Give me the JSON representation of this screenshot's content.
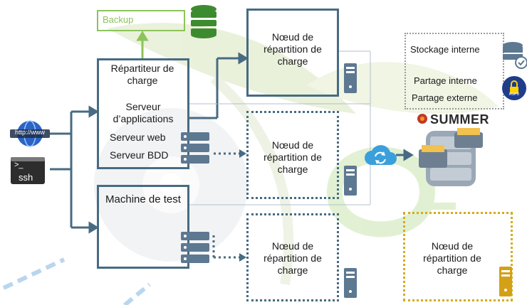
{
  "backup": {
    "label": "Backup"
  },
  "lb_main": {
    "label": "Nœud de répartition de charge"
  },
  "lb_middle": {
    "label": "Nœud de répartition de charge"
  },
  "lb_bottom": {
    "label": "Nœud de répartition de charge"
  },
  "lb_external": {
    "label": "Nœud de répartition de charge"
  },
  "app_server": {
    "dispatcher": "Répartiteur de charge",
    "app": "Serveur d’applications",
    "web": "Serveur web",
    "db": "Serveur BDD"
  },
  "test_machine": {
    "label": "Machine de test"
  },
  "storage": {
    "internal": "Stockage interne",
    "share_internal": "Partage interne",
    "share_external": "Partage externe",
    "rgpd_badge": "RGPD"
  },
  "logo": {
    "brand": "SUMMER"
  },
  "access": {
    "http": "http://www",
    "ssh_prompt": ">_",
    "ssh": "ssh"
  },
  "colors": {
    "line": "#476b82",
    "green": "#8cc45a",
    "gold": "#d4ac1e",
    "cloud": "#3aa0dc"
  },
  "icons": [
    "database-icon",
    "server-tower-icon",
    "server-rack-icon",
    "cloud-sync-icon",
    "globe-icon",
    "terminal-icon",
    "shield-lock-icon",
    "filing-cabinet-icon"
  ]
}
